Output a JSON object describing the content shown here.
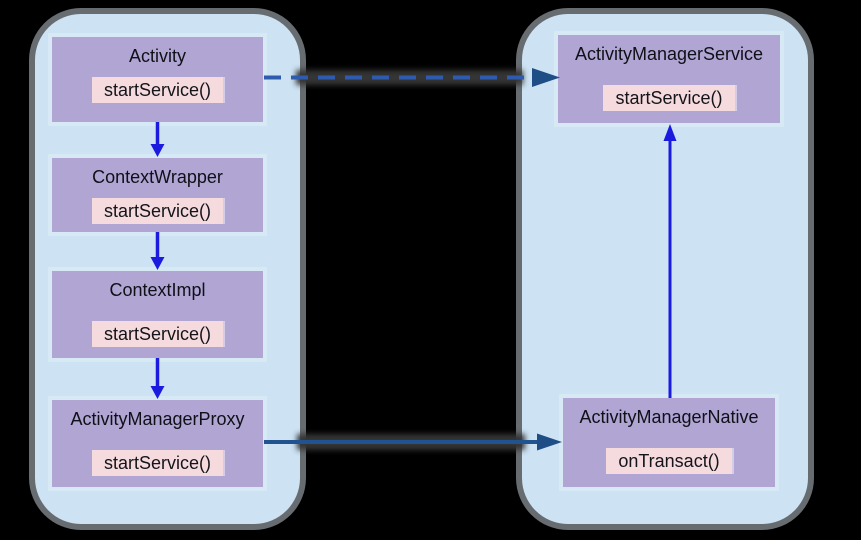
{
  "colors": {
    "background": "#000000",
    "group_fill": "#cde3f4",
    "node_fill": "#b0a5d3",
    "method_fill": "#f5dbde",
    "text": "#101018",
    "flow_arrow": "#1b1be0",
    "ipc_dash": "#2e5bad",
    "ipc_solid": "#20538f",
    "ipc_head": "#1f4e86",
    "shadow_band": "#343434"
  },
  "diagram": {
    "left_group": {
      "nodes": [
        {
          "title": "Activity",
          "method": "startService()"
        },
        {
          "title": "ContextWrapper",
          "method": "startService()"
        },
        {
          "title": "ContextImpl",
          "method": "startService()"
        },
        {
          "title": "ActivityManagerProxy",
          "method": "startService()"
        }
      ]
    },
    "right_group": {
      "nodes": [
        {
          "title": "ActivityManagerService",
          "method": "startService()"
        },
        {
          "title": "ActivityManagerNative",
          "method": "onTransact()"
        }
      ]
    },
    "edges": [
      {
        "from": "Activity",
        "to": "ActivityManagerService",
        "style": "dashed",
        "direction": "right"
      },
      {
        "from": "Activity",
        "to": "ContextWrapper",
        "style": "solid",
        "direction": "down"
      },
      {
        "from": "ContextWrapper",
        "to": "ContextImpl",
        "style": "solid",
        "direction": "down"
      },
      {
        "from": "ContextImpl",
        "to": "ActivityManagerProxy",
        "style": "solid",
        "direction": "down"
      },
      {
        "from": "ActivityManagerProxy",
        "to": "ActivityManagerNative",
        "style": "solid",
        "direction": "right"
      },
      {
        "from": "ActivityManagerNative",
        "to": "ActivityManagerService",
        "style": "solid",
        "direction": "up"
      }
    ]
  }
}
